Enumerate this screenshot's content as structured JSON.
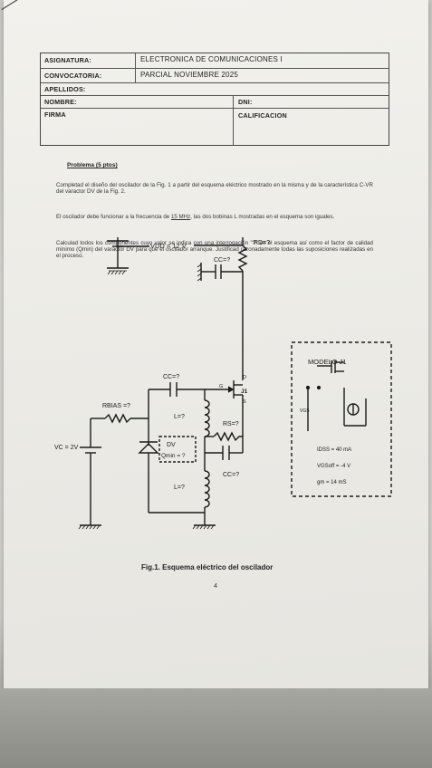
{
  "header": {
    "asignatura_label": "ASIGNATURA:",
    "asignatura_value": "ELECTRONICA DE COMUNICACIONES I",
    "convocatoria_label": "CONVOCATORIA:",
    "convocatoria_value": "PARCIAL NOVIEMBRE 2025",
    "apellidos_label": "APELLIDOS:",
    "nombre_label": "NOMBRE:",
    "dni_label": "DNI:",
    "firma_label": "FIRMA",
    "calificacion_label": "CALIFICACION"
  },
  "problem": {
    "title": "Problema (5 ptos)",
    "p1": "Completad el diseño del oscilador de la Fig. 1 a partir del esquema eléctrico mostrado en la misma y de la característica C-VR del varactor DV de la Fig. 2.",
    "p2_a": "El oscilador debe funcionar a la frecuencia de ",
    "p2_freq": "15 MHz",
    "p2_b": ", las dos bobinas L mostradas en el esquema son iguales.",
    "p3": "Calculad todos los componentes cuyo valor se indica con una interrogación \"?\" en el esquema así como el factor de calidad mínimo (Qmin) del varactor DV para que el oscilador arranque. Justificad razonadamente todas las suposiciones realizadas en el proceso."
  },
  "schematic": {
    "vdd": "VDD = 12 V",
    "rd": "RD=?",
    "cc_top": "CC=?",
    "cc_left": "CC=?",
    "rbias": "RBIAS =?",
    "l_top": "L=?",
    "rs": "RS=?",
    "vc": "VC = 2V",
    "dv": "DV",
    "qmin": "Qmin = ?",
    "l_bottom": "L=?",
    "cc_bottom": "CC=?",
    "j1": "J1",
    "node_d": "D",
    "node_g": "G",
    "node_s": "S"
  },
  "model": {
    "title": "MODELO J1",
    "vgs": "VGS",
    "idss_line": "IDSS = 40 mA",
    "vth_line": "VGSoff = -4 V",
    "gm_line": "gm = 14 mS"
  },
  "figure": {
    "caption": "Fig.1. Esquema eléctrico del oscilador",
    "page": "4"
  }
}
